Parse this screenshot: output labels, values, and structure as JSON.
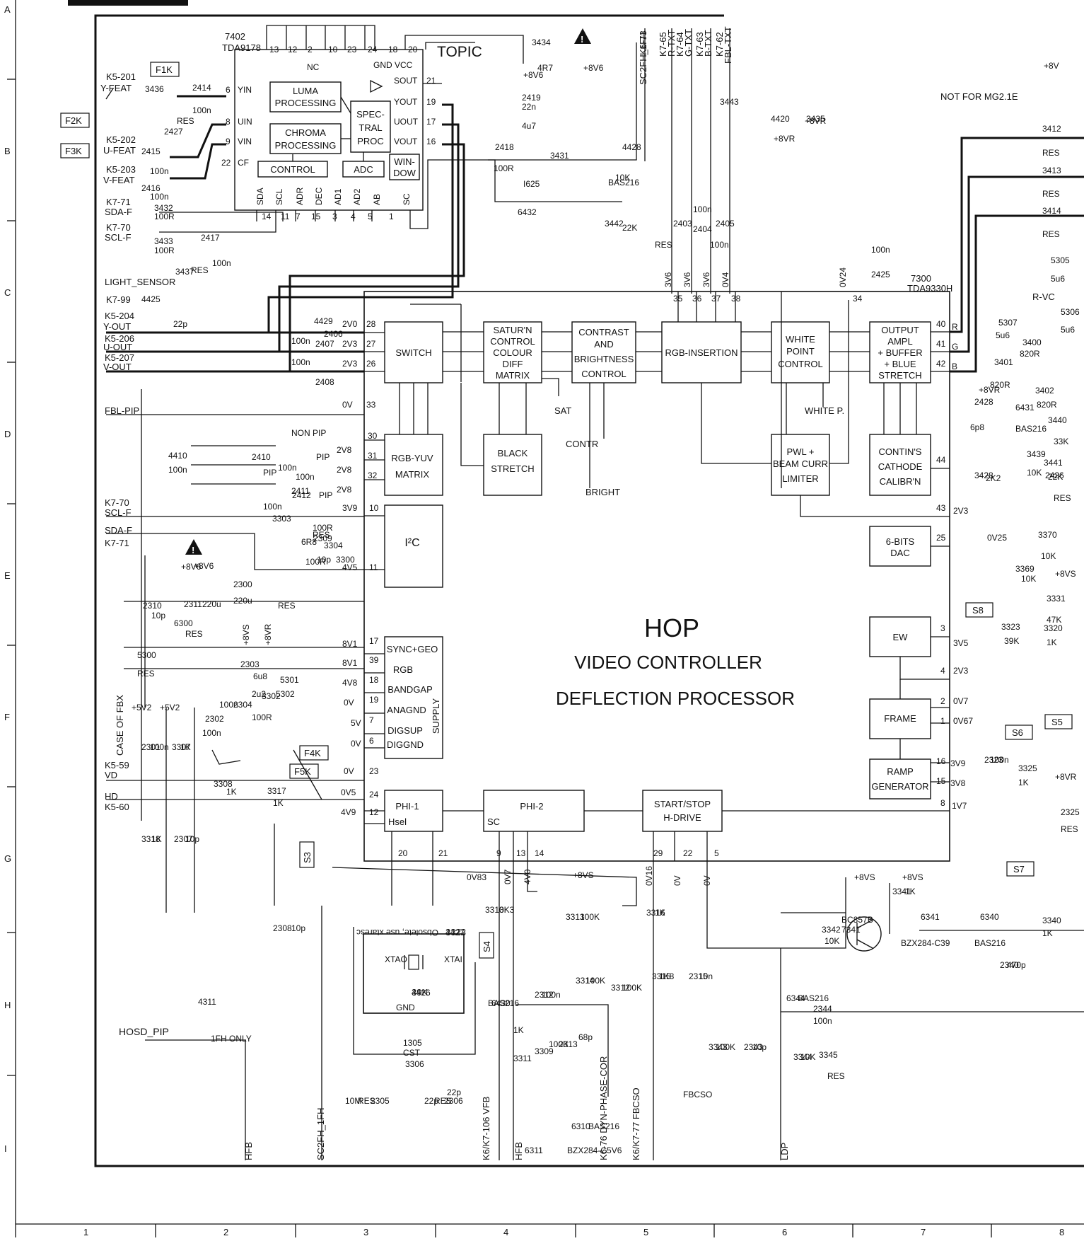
{
  "sheet": {
    "row_labels": [
      "A",
      "B",
      "C",
      "D",
      "E",
      "F",
      "G",
      "H",
      "I"
    ],
    "col_labels": [
      "1",
      "2",
      "3",
      "4",
      "5",
      "6",
      "7",
      "8"
    ]
  },
  "topic": {
    "part_no": "7402",
    "part_type": "TDA9178",
    "name": "TOPIC",
    "top_pins": [
      "13",
      "12",
      "2",
      "10",
      "23",
      "24",
      "18",
      "20"
    ],
    "nc_label": "NC",
    "gnd_vcc": "GND VCC",
    "blocks": {
      "luma": [
        "LUMA",
        "PROCESSING"
      ],
      "chroma": [
        "CHROMA",
        "PROCESSING"
      ],
      "spectral": [
        "SPEC-",
        "TRAL",
        "PROC"
      ],
      "control": "CONTROL",
      "adc": "ADC",
      "window": [
        "WIN-",
        "DOW"
      ]
    },
    "left_pins": [
      {
        "name": "YIN",
        "num": "6"
      },
      {
        "name": "UIN",
        "num": "8"
      },
      {
        "name": "VIN",
        "num": "9"
      },
      {
        "name": "CF",
        "num": "22"
      }
    ],
    "right_pins": [
      {
        "name": "SOUT",
        "num": "21"
      },
      {
        "name": "YOUT",
        "num": "19"
      },
      {
        "name": "UOUT",
        "num": "17"
      },
      {
        "name": "VOUT",
        "num": "16"
      }
    ],
    "bottom_pins": [
      {
        "name": "SDA",
        "num": "14"
      },
      {
        "name": "SCL",
        "num": "11"
      },
      {
        "name": "ADR",
        "num": "7"
      },
      {
        "name": "DEC",
        "num": "15"
      },
      {
        "name": "AD1",
        "num": "3"
      },
      {
        "name": "AD2",
        "num": "4"
      },
      {
        "name": "AB",
        "num": "5"
      },
      {
        "name": "SC",
        "num": "1"
      }
    ]
  },
  "hop": {
    "title": "HOP",
    "subtitle1": "VIDEO CONTROLLER",
    "subtitle2": "DEFLECTION PROCESSOR",
    "chip": "7300",
    "chip_type": "TDA9330H",
    "blocks": {
      "switch": "SWITCH",
      "saturn": [
        "SATUR'N",
        "CONTROL",
        "COLOUR",
        "DIFF",
        "MATRIX"
      ],
      "contrast": [
        "CONTRAST",
        "AND",
        "BRIGHTNESS",
        "CONTROL"
      ],
      "rgbins": "RGB-INSERTION",
      "white": [
        "WHITE",
        "POINT",
        "CONTROL"
      ],
      "output": [
        "OUTPUT",
        "AMPL",
        "+ BUFFER",
        "+ BLUE",
        "STRETCH"
      ],
      "rgbyuv": [
        "RGB-YUV",
        "MATRIX"
      ],
      "black": [
        "BLACK",
        "STRETCH"
      ],
      "pwl": [
        "PWL +",
        "BEAM CURR",
        "LIMITER"
      ],
      "contins": [
        "CONTIN'S",
        "CATHODE",
        "CALIBR'N"
      ],
      "i2c": "I²C",
      "dac": [
        "6-BITS",
        "DAC"
      ],
      "ew": "EW",
      "frame": "FRAME",
      "ramp": [
        "RAMP",
        "GENERATOR"
      ],
      "supply": [
        "SYNC+GEO",
        "RGB",
        "BANDGAP",
        "ANAGND",
        "DIGSUP",
        "DIGGND"
      ],
      "supply_side": "SUPPLY",
      "phi1": [
        "PHI-1",
        "Hsel"
      ],
      "phi2": [
        "PHI-2",
        "SC"
      ],
      "startstop": [
        "START/STOP",
        "H-DRIVE"
      ]
    },
    "signals": {
      "sat": "SAT",
      "contr": "CONTR",
      "bright": "BRIGHT",
      "whitep": "WHITE P."
    },
    "left_pins": [
      {
        "num": "28",
        "v": "2V0"
      },
      {
        "num": "27",
        "v": "2V3"
      },
      {
        "num": "26",
        "v": "2V3"
      },
      {
        "num": "33",
        "v": "0V"
      },
      {
        "num": "30",
        "v": "2V8"
      },
      {
        "num": "31",
        "v": "2V8"
      },
      {
        "num": "32",
        "v": "2V8"
      },
      {
        "num": "10",
        "v": "3V9"
      },
      {
        "num": "11",
        "v": "4V5"
      },
      {
        "num": "17",
        "v": "8V1"
      },
      {
        "num": "39",
        "v": "8V1"
      },
      {
        "num": "18",
        "v": "4V8"
      },
      {
        "num": "19",
        "v": "0V"
      },
      {
        "num": "7",
        "v": "5V"
      },
      {
        "num": "6",
        "v": "0V"
      },
      {
        "num": "23",
        "v": "0V"
      },
      {
        "num": "24",
        "v": "0V5"
      },
      {
        "num": "12",
        "v": "4V9"
      }
    ],
    "top_pins": [
      "35",
      "36",
      "37",
      "38",
      "34"
    ],
    "top_volts": [
      "3V6",
      "3V6",
      "3V6",
      "0V4",
      "0V24"
    ],
    "right_pins": [
      {
        "num": "40",
        "v": "R"
      },
      {
        "num": "41",
        "v": "G"
      },
      {
        "num": "42",
        "v": "B"
      },
      {
        "num": "44",
        "v": ""
      },
      {
        "num": "43",
        "v": "2V3"
      },
      {
        "num": "25",
        "v": "0V25"
      },
      {
        "num": "3",
        "v": "3V5"
      },
      {
        "num": "4",
        "v": "2V3"
      },
      {
        "num": "2",
        "v": "0V7"
      },
      {
        "num": "1",
        "v": "0V67"
      },
      {
        "num": "16",
        "v": "3V9"
      },
      {
        "num": "15",
        "v": "3V8"
      },
      {
        "num": "8",
        "v": "1V7"
      }
    ],
    "bottom_pins": [
      "20",
      "21",
      "9",
      "13",
      "14",
      "29",
      "22",
      "5"
    ],
    "bottom_volts": [
      "0V83",
      "0V7",
      "4V0",
      "0V16",
      "0V",
      "0V"
    ]
  },
  "inputs": [
    {
      "conn": "K5-201",
      "sig": "Y-FEAT"
    },
    {
      "conn": "K5-202",
      "sig": "U-FEAT"
    },
    {
      "conn": "K5-203",
      "sig": "V-FEAT"
    },
    {
      "conn": "K7-71",
      "sig": "SDA-F"
    },
    {
      "conn": "K7-70",
      "sig": "SCL-F"
    },
    {
      "conn": "",
      "sig": "LIGHT_SENSOR"
    },
    {
      "conn": "K7-99",
      "sig": ""
    },
    {
      "conn": "K5-204",
      "sig": "Y-OUT"
    },
    {
      "conn": "K5-206",
      "sig": "U-OUT"
    },
    {
      "conn": "K5-207",
      "sig": "V-OUT"
    },
    {
      "conn": "",
      "sig": "FBL-PIP"
    },
    {
      "conn": "K7-70",
      "sig": "SCL-F"
    },
    {
      "conn": "K7-71",
      "sig": "SDA-F"
    },
    {
      "conn": "K5-59",
      "sig": "VD"
    },
    {
      "conn": "K5-60",
      "sig": "HD"
    }
  ],
  "top_connectors": [
    {
      "conn": "K6-73",
      "sig": "SC2FH_1FH"
    },
    {
      "conn": "K7-65",
      "sig": "R-TXT"
    },
    {
      "conn": "K7-64",
      "sig": "G-TXT"
    },
    {
      "conn": "K7-63",
      "sig": "B-TXT"
    },
    {
      "conn": "K7-62",
      "sig": "FBL-TXT"
    }
  ],
  "flags": [
    "F1K",
    "F2K",
    "F3K",
    "F4K",
    "F5K",
    "S3",
    "S4",
    "S5",
    "S6",
    "S7",
    "S8"
  ],
  "components": [
    "3436",
    "2414",
    "100n",
    "2427",
    "RES",
    "2415",
    "100n",
    "2416",
    "100n",
    "3432",
    "100R",
    "3433",
    "100R",
    "2417",
    "100n",
    "3437",
    "RES",
    "4425",
    "3434",
    "4R7",
    "+8V6",
    "2419",
    "22n",
    "4u7",
    "2418",
    "100R",
    "3431",
    "4428",
    "I625",
    "6432",
    "BAS216",
    "10K",
    "3442",
    "22K",
    "3443",
    "4420",
    "3435",
    "+8VR",
    "RES",
    "2403",
    "100n",
    "2404",
    "100n",
    "2405",
    "100n",
    "2425",
    "22p",
    "4429",
    "2406",
    "100n",
    "2407",
    "100n",
    "2408",
    "100n",
    "4410",
    "NON PIP",
    "PIP",
    "2410",
    "100n",
    "PIP",
    "2411",
    "100n",
    "PIP",
    "2412",
    "100n",
    "3303",
    "100R",
    "RES",
    "2309",
    "10p",
    "3300",
    "6R8",
    "+8V6",
    "3304",
    "100R",
    "2300",
    "220u",
    "RES",
    "2310",
    "10p",
    "2311",
    "220u",
    "RES",
    "6300",
    "5300",
    "RES",
    "5301",
    "5302",
    "6u8",
    "2303",
    "2u2",
    "3302",
    "100R",
    "100n",
    "2304",
    "2302",
    "100n",
    "2301",
    "100n",
    "3307",
    "1K",
    "3308",
    "1K",
    "3317",
    "1K",
    "3318",
    "1K",
    "2307",
    "10p",
    "2308",
    "10p",
    "4311",
    "1FH ONLY",
    "4427",
    "4426",
    "1305",
    "CST",
    "3306",
    "10M",
    "RES",
    "2305",
    "22p",
    "RES",
    "2306",
    "22p",
    "3310",
    "3K3",
    "6430",
    "BAS216",
    "2312",
    "100n",
    "3313",
    "100K",
    "3314",
    "100K",
    "3312",
    "100K",
    "3311",
    "1K",
    "3309",
    "100K",
    "2313",
    "68p",
    "6311",
    "BZX284-C5V6",
    "6310",
    "BAS216",
    "3316",
    "1K",
    "3315",
    "1K8",
    "2315",
    "10n",
    "3343",
    "100K",
    "2343",
    "10p",
    "6344",
    "BAS216",
    "3344",
    "10K",
    "2344",
    "100n",
    "3345",
    "RES",
    "3342",
    "10K",
    "7341",
    "BC857B",
    "3341",
    "1K",
    "6341",
    "BZX284-C39",
    "6340",
    "BAS216",
    "2340",
    "470p",
    "3340",
    "1K",
    "3412",
    "RES",
    "3413",
    "RES",
    "3414",
    "RES",
    "5305",
    "5u6",
    "5306",
    "5u6",
    "5307",
    "5u6",
    "3400",
    "820R",
    "3401",
    "820R",
    "3402",
    "820R",
    "2428",
    "6p8",
    "6431",
    "BAS216",
    "3440",
    "33K",
    "3428",
    "2K2",
    "3439",
    "10K",
    "3441",
    "22K",
    "2426",
    "RES",
    "3370",
    "10K",
    "3369",
    "10K",
    "3331",
    "47K",
    "3320",
    "1K",
    "3323",
    "39K",
    "2323",
    "100n",
    "3325",
    "1K",
    "2325",
    "RES"
  ],
  "misc": {
    "not_for": "NOT FOR MG2.1E",
    "hosd_pip": "HOSD_PIP",
    "case_fbx": "CASE OF FBX",
    "fbcso": "FBCSO",
    "obsolete": "Obsolete, use xtaresc",
    "xtao": "XTAO",
    "xtai": "XTAI",
    "gnd": "GND",
    "rvc": "R-VC",
    "bottom_labels": [
      "HFB",
      "SC2FH_1FH",
      "K6/K7-106 VFB",
      "HFB",
      "K6-76 DYN-PHASE-COR",
      "K6/K7-77 FBCSO",
      "LDP"
    ],
    "supplies": [
      "+8VS",
      "+8VR",
      "+5V2",
      "+5V2",
      "+8V6",
      "+8VS",
      "+8VS",
      "+8VS",
      "+8VR",
      "+8VS",
      "+8V"
    ]
  }
}
